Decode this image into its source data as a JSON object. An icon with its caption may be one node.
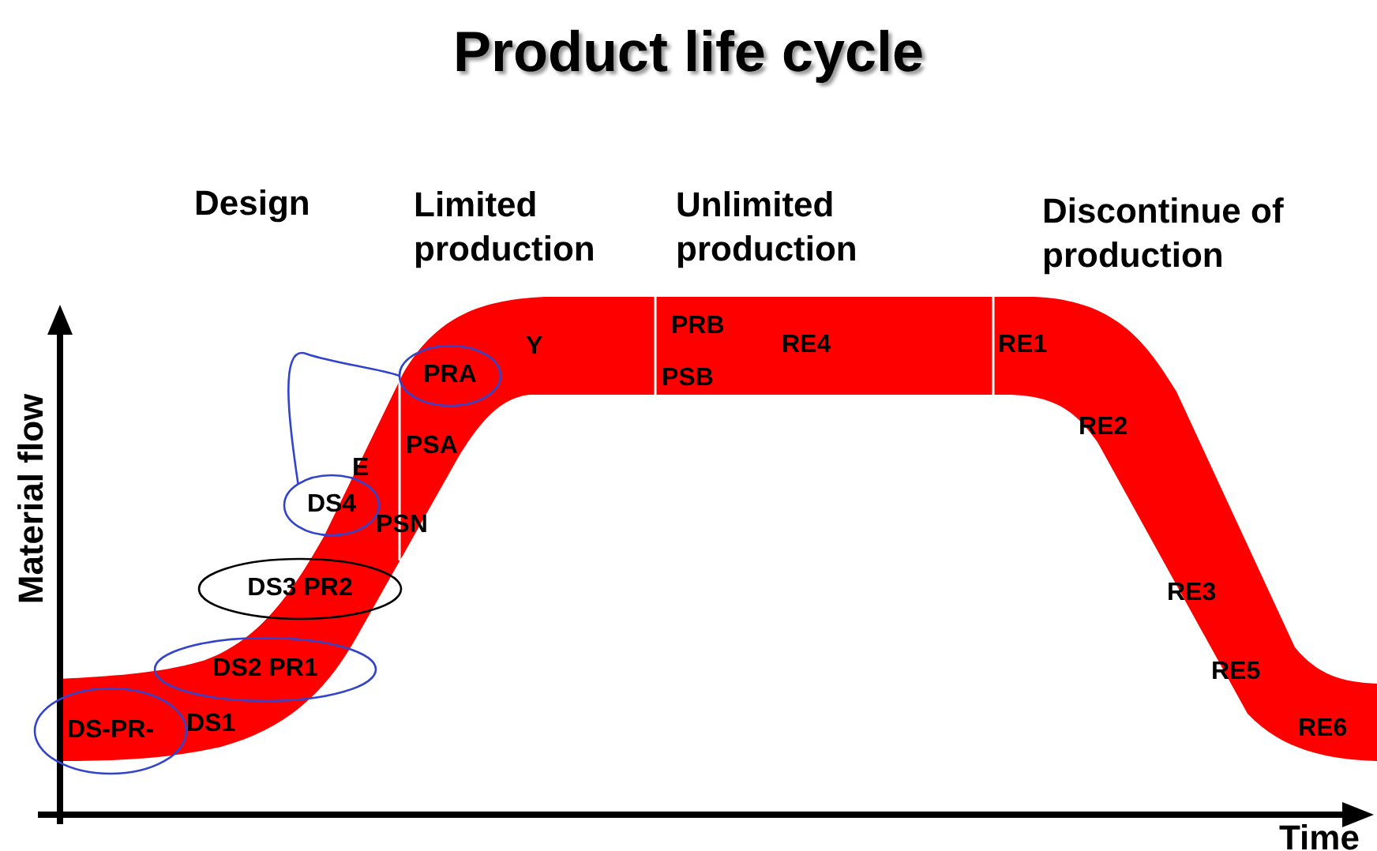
{
  "diagram": {
    "title": "Product life cycle",
    "nodes": [
      {
        "text": [
          "PRA"
        ]
      },
      {
        "text": [
          "DS4"
        ]
      },
      {
        "text": [
          "DS3 PR2"
        ]
      },
      {
        "text": [
          "DS2 PR1"
        ]
      },
      {
        "text": [
          "DS-PR-"
        ]
      }
    ],
    "edges": [
      {
        "from": 1,
        "to": 0,
        "arrow": "none"
      }
    ],
    "labels": [
      "Design",
      "Limited production",
      "Unlimited production",
      "Discontinue of production",
      "Y",
      "PRB",
      "PSB",
      "RE4",
      "RE1",
      "E",
      "PSA",
      "PSN",
      "RE2",
      "RE3",
      "DS1",
      "RE5",
      "RE6",
      "Material flow",
      "Time"
    ]
  }
}
